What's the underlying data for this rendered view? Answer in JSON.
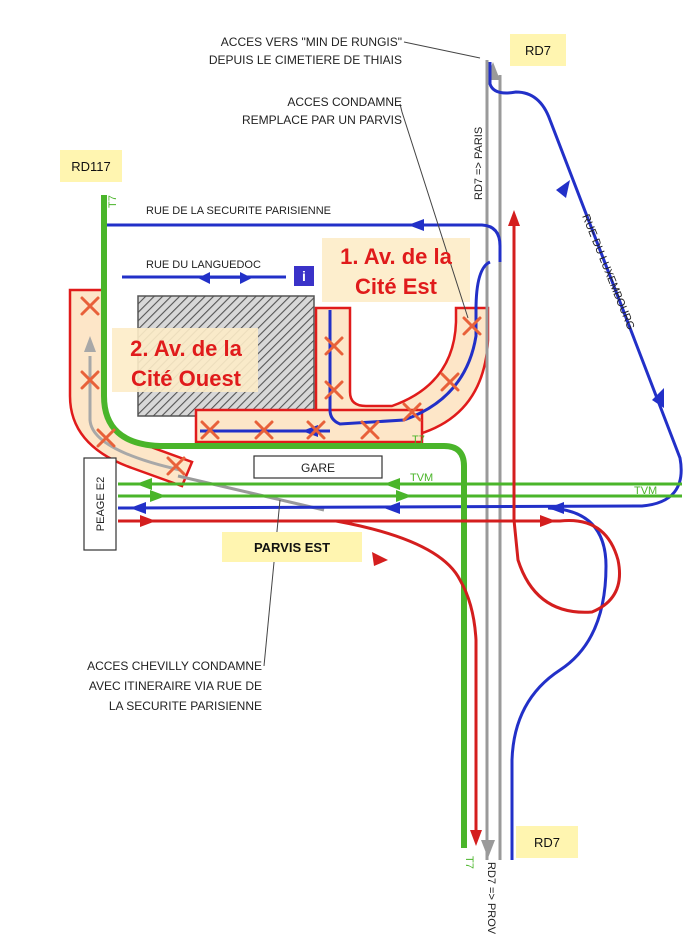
{
  "notes": {
    "rungis_line1": "ACCES VERS \"MIN DE RUNGIS\"",
    "rungis_line2": "DEPUIS LE CIMETIERE DE THIAIS",
    "condamne_line1": "ACCES CONDAMNE",
    "condamne_line2": "REMPLACE PAR UN PARVIS",
    "chevilly_line1": "ACCES CHEVILLY CONDAMNE",
    "chevilly_line2": "AVEC ITINERAIRE VIA RUE DE",
    "chevilly_line3": "LA SECURITE PARISIENNE"
  },
  "badges": {
    "rd7_top": "RD7",
    "rd7_bottom": "RD7",
    "rd117": "RD117",
    "parvis_est": "PARVIS EST"
  },
  "streets": {
    "securite": "RUE DE LA SECURITE PARISIENNE",
    "languedoc": "RUE DU LANGUEDOC",
    "luxembourg": "RUE DU LUXEMBOURG",
    "rd7_paris": "RD7 => PARIS",
    "rd7_prov": "RD7 => PROV",
    "tvm_1": "TVM",
    "tvm_2": "TVM",
    "t7_top": "T7",
    "t7_mid": "T7",
    "t7_bottom": "T7"
  },
  "zones": {
    "cite_est_line1": "1. Av. de la",
    "cite_est_line2": "Cité Est",
    "cite_ouest_line1": "2. Av. de la",
    "cite_ouest_line2": "Cité Ouest"
  },
  "buildings": {
    "gare": "GARE",
    "peage": "PEAGE E2",
    "info": "i"
  },
  "colors": {
    "tram": "#4ab52a",
    "bus_blue": "#2230c8",
    "red_route": "#d41e1e",
    "road_grey": "#9a9a9a",
    "badge_bg": "#fff5b0",
    "zone_fill": "#fde6c8",
    "zone_stroke": "#e01b1b"
  }
}
